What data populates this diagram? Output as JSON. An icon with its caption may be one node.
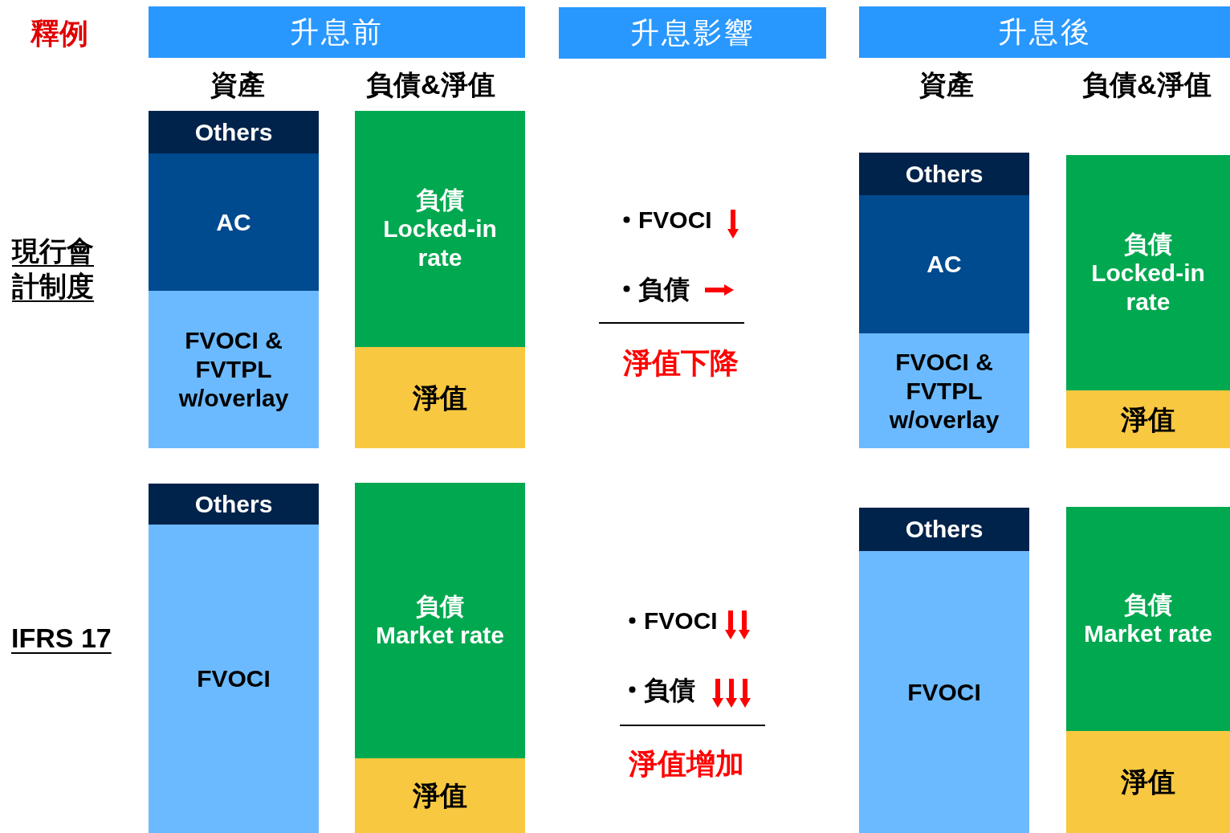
{
  "diagram": {
    "title": "釋例",
    "nodes": [
      {
        "text": [
          "升息前"
        ]
      },
      {
        "text": [
          "升息影響"
        ]
      },
      {
        "text": [
          "升息後"
        ]
      },
      {
        "text": [
          "Others"
        ]
      },
      {
        "text": [
          "AC"
        ]
      },
      {
        "text": [
          "FVOCI & FVTPL w/overlay"
        ]
      },
      {
        "text": [
          "負債",
          "Locked-in rate"
        ]
      },
      {
        "text": [
          "淨值"
        ]
      },
      {
        "text": [
          "Others"
        ]
      },
      {
        "text": [
          "AC"
        ]
      },
      {
        "text": [
          "FVOCI & FVTPL w/overlay"
        ]
      },
      {
        "text": [
          "負債",
          "Locked-in rate"
        ]
      },
      {
        "text": [
          "淨值"
        ]
      },
      {
        "text": [
          "Others"
        ]
      },
      {
        "text": [
          "FVOCI"
        ]
      },
      {
        "text": [
          "負債",
          "Market rate"
        ]
      },
      {
        "text": [
          "淨值"
        ]
      },
      {
        "text": [
          "Others"
        ]
      },
      {
        "text": [
          "FVOCI"
        ]
      },
      {
        "text": [
          "負債",
          "Market rate"
        ]
      },
      {
        "text": [
          "淨值"
        ]
      }
    ],
    "labels": [
      "資產",
      "負債&淨值",
      "資產",
      "負債&淨值",
      "現行會計制度",
      "FVOCI",
      "負債",
      "淨值下降",
      "IFRS 17",
      "FVOCI",
      "負債",
      "淨值增加"
    ]
  }
}
